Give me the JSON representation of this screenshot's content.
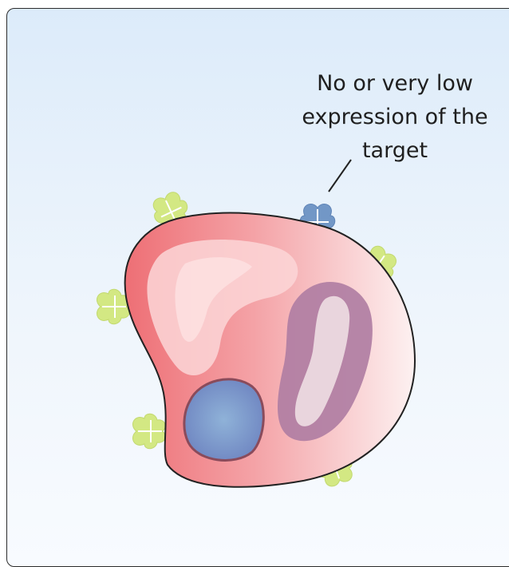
{
  "annotation": {
    "lines": [
      "No or very low",
      "expression of the",
      "target"
    ]
  },
  "colors": {
    "panel_bg_top": "#dcebfa",
    "cell_fill": "#f07f86",
    "nucleus": "#b07ea3",
    "target_receptor": "#7297c6",
    "other_receptor": "#d3e883"
  },
  "icons": {
    "cell": "cell-body",
    "receptor_low": "blue-receptor-icon",
    "receptor_other": "green-receptor-icon"
  }
}
